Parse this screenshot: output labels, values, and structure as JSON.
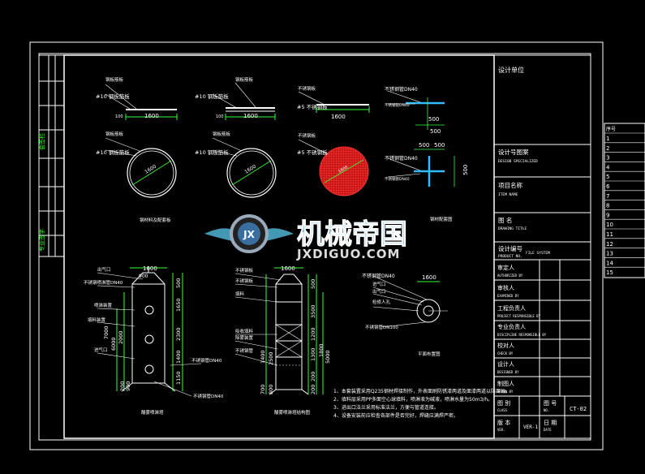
{
  "drawing": {
    "top_parts": {
      "p1": {
        "label1": "钢板筋板",
        "label2": "#10 钢板筋板",
        "dim": "1600",
        "side": "100"
      },
      "p2": {
        "label1": "钢板筋板",
        "label2": "#10 钢板筋板",
        "dim": "1600",
        "side": "100"
      },
      "p3": {
        "label1": "不锈钢板",
        "label2": "#5 不锈钢板",
        "dim": "1600"
      },
      "p4": {
        "label1": "不锈钢管DN40",
        "label2": "不锈钢管DN40",
        "dim1": "500",
        "dim2": "500"
      },
      "c1": {
        "label1": "钢板筋板",
        "label2": "#10 钢板筋板",
        "dia": "1600"
      },
      "c2": {
        "label1": "钢板筋板",
        "label2": "#10 钢板筋板",
        "dia": "1600"
      },
      "c3": {
        "label1": "不锈钢板",
        "label2": "#5 不锈钢板",
        "dia": "1600"
      },
      "c4": {
        "label1": "不锈钢管DN40",
        "label2": "不锈钢管DN40",
        "dim1": "500",
        "dim2": "500",
        "dim3": "500"
      },
      "caption_left": "钢材料及配套板",
      "caption_right": "钢材配套图"
    },
    "left_tower": {
      "top_dim": "1600",
      "dim_900": "900",
      "labels": [
        "出气口",
        "不锈钢喷淋管DN40",
        "喷淋装置",
        "填料装置",
        "进气口",
        "不锈钢管DN40",
        "不锈钢管DN40"
      ],
      "dims": [
        "500",
        "1650",
        "2300",
        "1400",
        "1150",
        "2000",
        "6000",
        "7000",
        "900",
        "200"
      ],
      "caption": "酸雾喷淋塔"
    },
    "mid_tower": {
      "top_dim": "1600",
      "labels": [
        "不锈钢板",
        "不锈钢板",
        "填料",
        "吸收填料",
        "除雾装置",
        "不锈钢管"
      ],
      "dims": [
        "500",
        "3500",
        "1200",
        "1300",
        "1400",
        "2500",
        "700",
        "800",
        "200",
        "200",
        "1800",
        "5000"
      ],
      "caption": "酸雾喷淋塔结构图"
    },
    "right_view": {
      "labels": [
        "不锈钢管DN40",
        "进气口",
        "出气口",
        "检修人孔",
        "不锈钢管DN100"
      ],
      "dim": "1600",
      "caption": "平面布置图"
    },
    "notes": [
      "1、本套装置采用Q235钢材焊接制作，外表面刷防锈漆两道及面漆两道以防腐蚀。",
      "2、填料层采用PP多面空心球填料，喷淋液为碱液，喷淋水量为50m3/h。",
      "3、进出口法兰采用标准法兰，方便与管道连接。",
      "4、设备安装前应检查各部件是否完好，焊缝应满焊严密。"
    ]
  },
  "watermark": {
    "text_cn": "机械帝国",
    "text_en": "JXDIGUO.COM",
    "badge": "JX"
  },
  "title_block": {
    "unit": "设计单位",
    "project_no_label": "设计号图案",
    "project_no_sub": "DESIGN SPECIALIZED",
    "project_name_label": "项目名称",
    "project_name_sub": "ITEM NAME",
    "drawing_label": "图 名",
    "drawing_sub": "DRAWING TITLE",
    "design_no_label": "设计编号",
    "design_no_sub": "PRODUCT NO.",
    "design_no_sub2": "FILE SYSTEM",
    "roles": [
      {
        "cn": "审定人",
        "en": "AUTHORIZED BY"
      },
      {
        "cn": "审核人",
        "en": "EXAMINED BY"
      },
      {
        "cn": "工程负责人",
        "en": "PROJECT RESPONSIBLE BY"
      },
      {
        "cn": "专业负责人",
        "en": "DISCIPLINE RESPONSIBLE BY"
      },
      {
        "cn": "校对人",
        "en": "CHECK BY"
      },
      {
        "cn": "设计人",
        "en": "DESIGNED BY"
      },
      {
        "cn": "制图人",
        "en": "DRAWN BY"
      }
    ],
    "scale_label": "图 别",
    "scale_sub": "CLASS",
    "sheet_label": "图 号",
    "sheet_sub": "NO.",
    "sheet_value": "CT-02",
    "rev_label": "版 本",
    "rev_sub": "VER.",
    "rev_value": "VER-1",
    "date_label": "日 期",
    "date_sub": "DATE"
  },
  "left_strip": {
    "text1": "会签栏",
    "text2": "专业签字"
  },
  "row_index": {
    "header": "序号",
    "rows": [
      "1",
      "2",
      "3",
      "4",
      "5",
      "6",
      "7",
      "8",
      "9",
      "10",
      "11",
      "12",
      "13",
      "14",
      "15"
    ]
  }
}
